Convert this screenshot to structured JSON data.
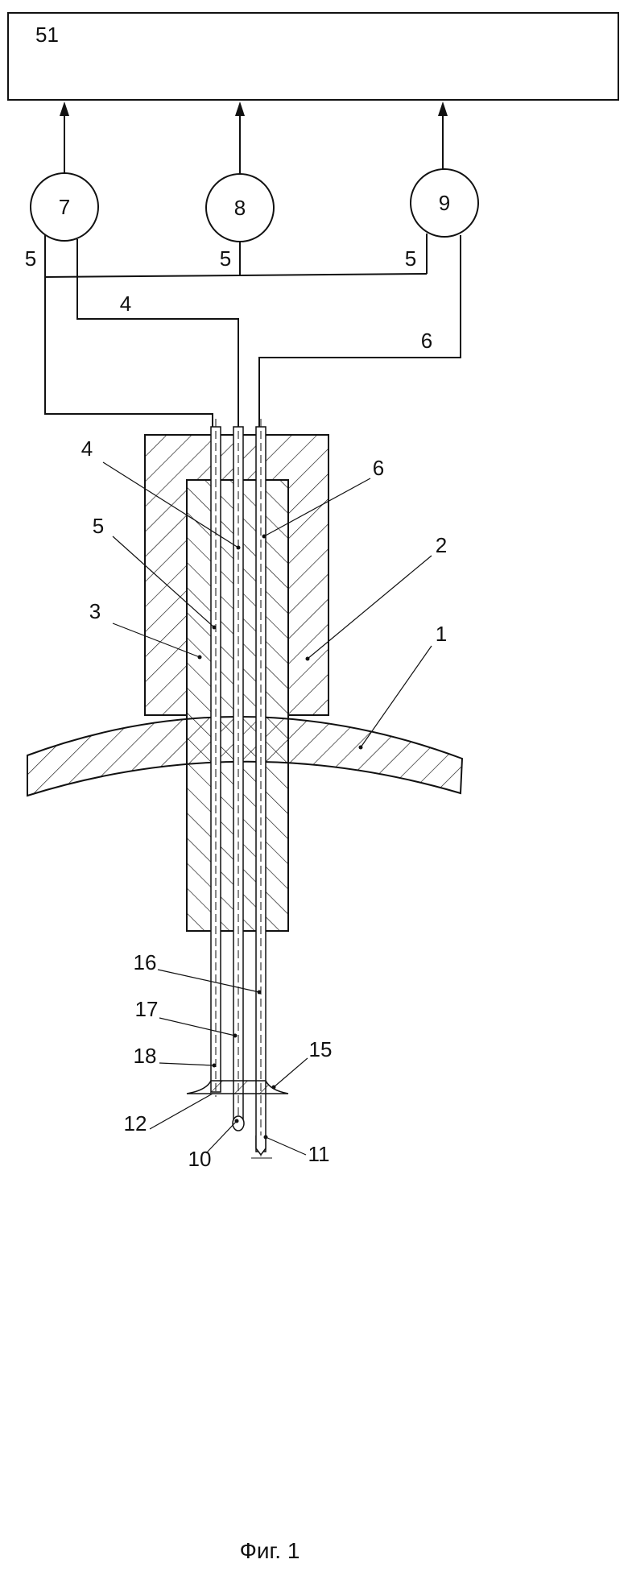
{
  "top_box": {
    "label": "51"
  },
  "circles": [
    {
      "id": "sensor-7",
      "label": "7"
    },
    {
      "id": "sensor-8",
      "label": "8"
    },
    {
      "id": "sensor-9",
      "label": "9"
    }
  ],
  "line_labels": {
    "left_5": "5",
    "mid_5": "5",
    "right_5": "5",
    "wire_4": "4",
    "wire_6": "6"
  },
  "callouts": {
    "c4": "4",
    "c6": "6",
    "c5": "5",
    "c2": "2",
    "c3": "3",
    "c1": "1",
    "c16": "16",
    "c17": "17",
    "c18": "18",
    "c15": "15",
    "c12": "12",
    "c10": "10",
    "c11": "11"
  },
  "caption": "Фиг. 1",
  "colors": {
    "stroke": "#111111",
    "background": "#ffffff"
  }
}
